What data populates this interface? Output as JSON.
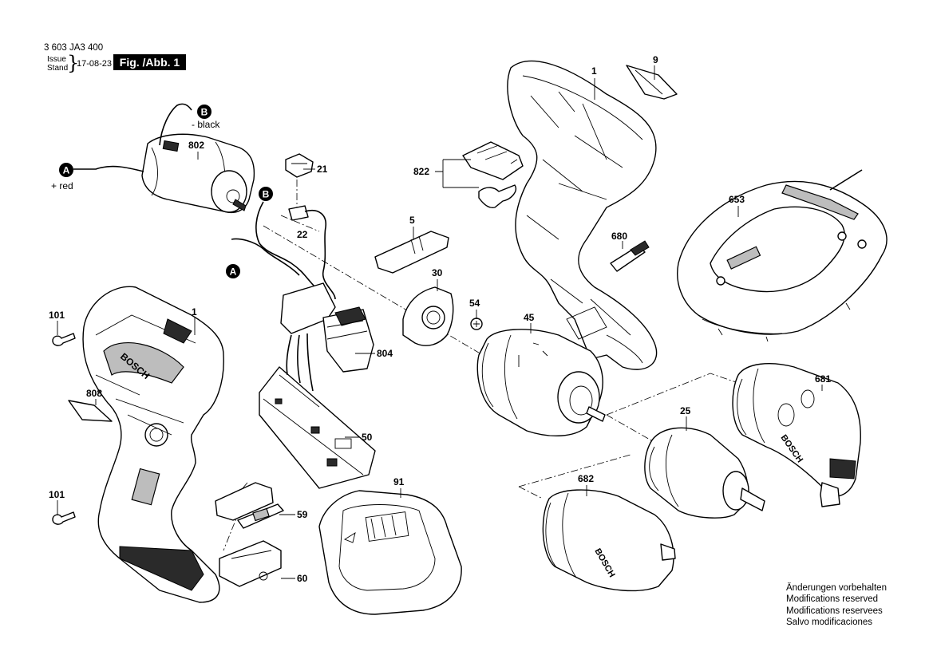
{
  "header": {
    "doc_number": "3 603 JA3 400",
    "issue_label": "Issue",
    "stand_label": "Stand",
    "brace": "}",
    "issue_date": "17-08-23",
    "figure": "Fig. /Abb. 1"
  },
  "callouts": {
    "p1_housing_right": "1",
    "p1_housing_left": "1",
    "p9": "9",
    "p5": "5",
    "p21": "21",
    "p22": "22",
    "p25": "25",
    "p30": "30",
    "p45": "45",
    "p50": "50",
    "p54": "54",
    "p59": "59",
    "p60": "60",
    "p91": "91",
    "p101_top": "101",
    "p101_bottom": "101",
    "p653": "653",
    "p680": "680",
    "p681": "681",
    "p682": "682",
    "p802": "802",
    "p804": "804",
    "p808": "808",
    "p822": "822"
  },
  "wire_markers": {
    "b_top": "B",
    "b_mid": "B",
    "a_left": "A",
    "a_bottom": "A",
    "black_label": "- black",
    "red_label": "+ red"
  },
  "product_markings": {
    "brand": "BOSCH"
  },
  "notes": [
    "Änderungen vorbehalten",
    "Modifications reserved",
    "Modifications reservees",
    "Salvo modificaciones"
  ]
}
